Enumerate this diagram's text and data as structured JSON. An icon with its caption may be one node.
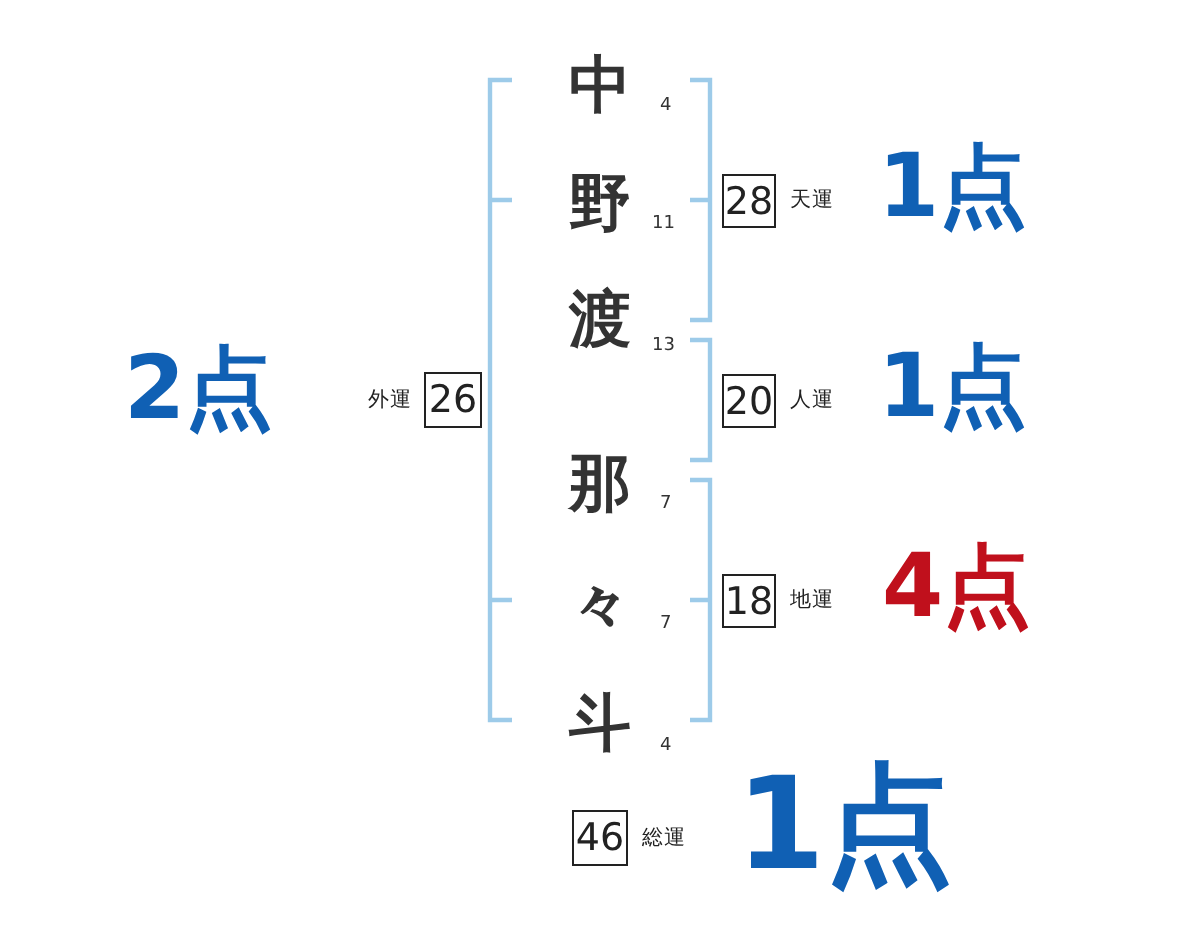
{
  "diagram": {
    "nodes": [
      {
        "text": [
          "28"
        ],
        "beside": [
          "天運",
          "1点"
        ]
      },
      {
        "text": [
          "26"
        ],
        "beside": [
          "外運",
          "2点"
        ]
      },
      {
        "text": [
          "20"
        ],
        "beside": [
          "人運",
          "1点"
        ]
      },
      {
        "text": [
          "18"
        ],
        "beside": [
          "地運",
          "4点"
        ]
      },
      {
        "text": [
          "46"
        ],
        "beside": [
          "総運",
          "1点"
        ]
      }
    ],
    "labels": [
      "中",
      "4",
      "野",
      "11",
      "渡",
      "13",
      "那",
      "7",
      "々",
      "7",
      "斗",
      "4"
    ]
  }
}
